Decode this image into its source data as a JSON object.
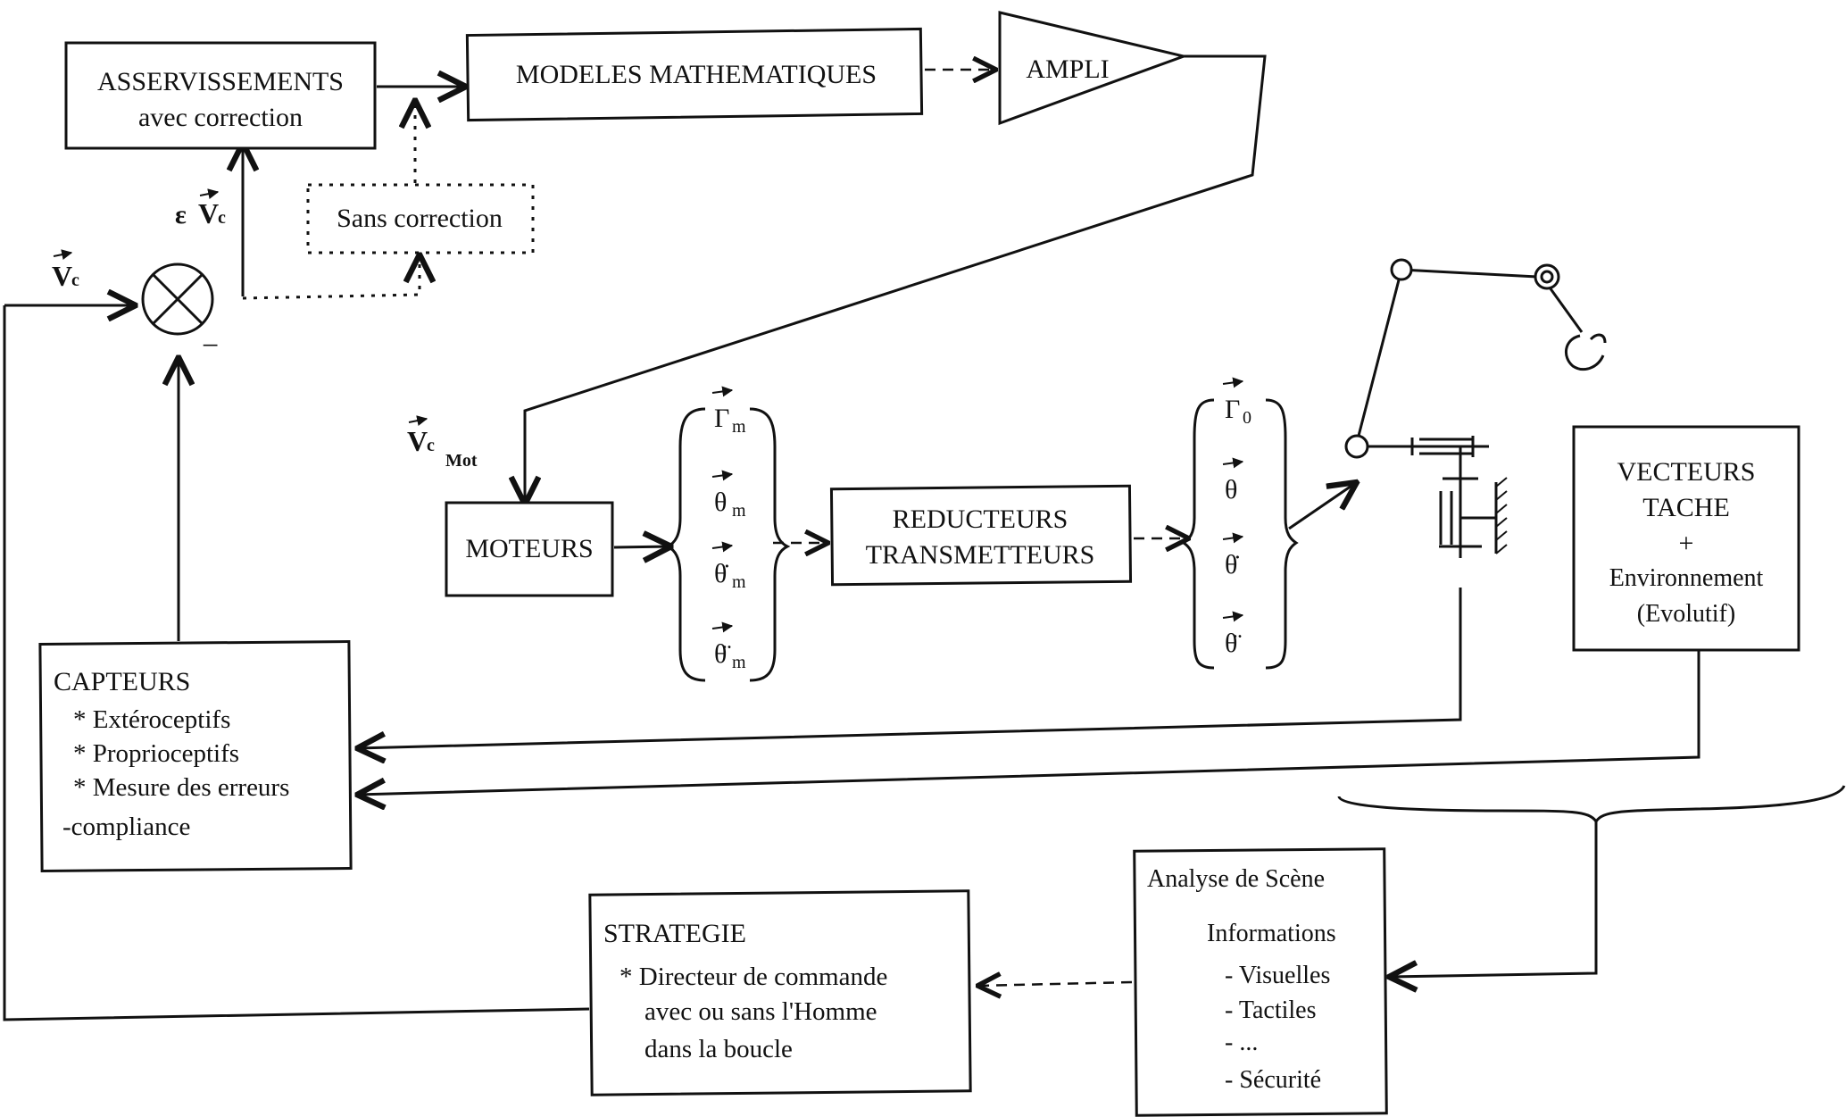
{
  "blocks": {
    "asservissements": {
      "line1": "ASSERVISSEMENTS",
      "line2": "avec correction"
    },
    "modeles": "MODELES MATHEMATIQUES",
    "ampli": "AMPLI",
    "sans_correction": "Sans correction",
    "moteurs": "MOTEURS",
    "reducteurs": {
      "line1": "REDUCTEURS",
      "line2": "TRANSMETTEURS"
    },
    "vecteurs": {
      "line1": "VECTEURS",
      "line2": "TACHE",
      "line3": "+",
      "line4": "Environnement",
      "line5": "(Evolutif)"
    },
    "capteurs": {
      "title": "CAPTEURS",
      "items": [
        "* Extéroceptifs",
        "* Proprioceptifs",
        "* Mesure des erreurs",
        "-compliance"
      ]
    },
    "strategie": {
      "title": "STRATEGIE",
      "items": [
        "* Directeur de commande",
        "avec ou sans l'Homme",
        "dans la boucle"
      ]
    },
    "analyse": {
      "title": "Analyse de Scène",
      "subtitle": "Informations",
      "items": [
        "- Visuelles",
        "- Tactiles",
        "- ...",
        "- Sécurité"
      ]
    }
  },
  "signals": {
    "vc": {
      "base": "V",
      "sub": "c"
    },
    "eps_vc": {
      "prefix": "ε",
      "base": "V",
      "sub": "c"
    },
    "vc_mot": {
      "base": "V",
      "sub": "c",
      "sub2": "Mot"
    },
    "minus": "−"
  },
  "motor_vector": [
    {
      "sym": "Γ",
      "sub": "m"
    },
    {
      "sym": "θ",
      "sub": "m"
    },
    {
      "sym": "θ̇",
      "sub": "m"
    },
    {
      "sym": "θ̈",
      "sub": "m"
    }
  ],
  "joint_vector": [
    {
      "sym": "Γ",
      "sub": "0"
    },
    {
      "sym": "θ",
      "sub": ""
    },
    {
      "sym": "θ̇",
      "sub": ""
    },
    {
      "sym": "θ̈",
      "sub": ""
    }
  ]
}
